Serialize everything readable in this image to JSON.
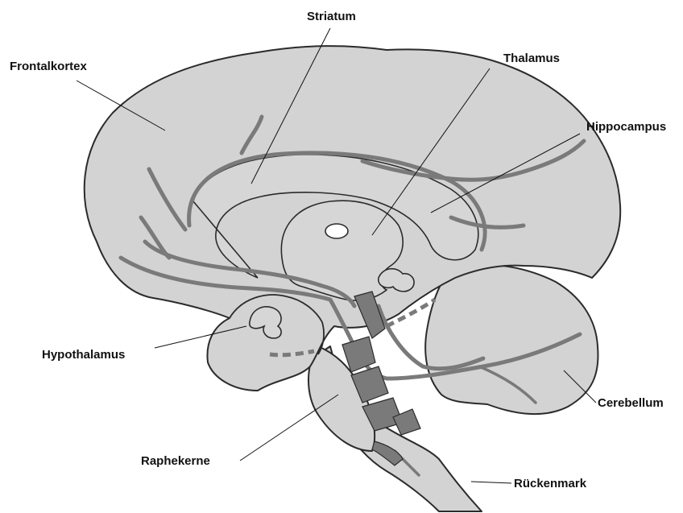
{
  "labels": {
    "frontalkortex": "Frontalkortex",
    "striatum": "Striatum",
    "thalamus": "Thalamus",
    "hippocampus": "Hippocampus",
    "hypothalamus": "Hypothalamus",
    "cerebellum": "Cerebellum",
    "raphekerne": "Raphekerne",
    "rueckenmark": "Rückenmark"
  },
  "colors": {
    "tissue": "#d3d3d3",
    "tracts": "#7a7a7a",
    "outline": "#2b2b2b",
    "background": "#ffffff"
  }
}
